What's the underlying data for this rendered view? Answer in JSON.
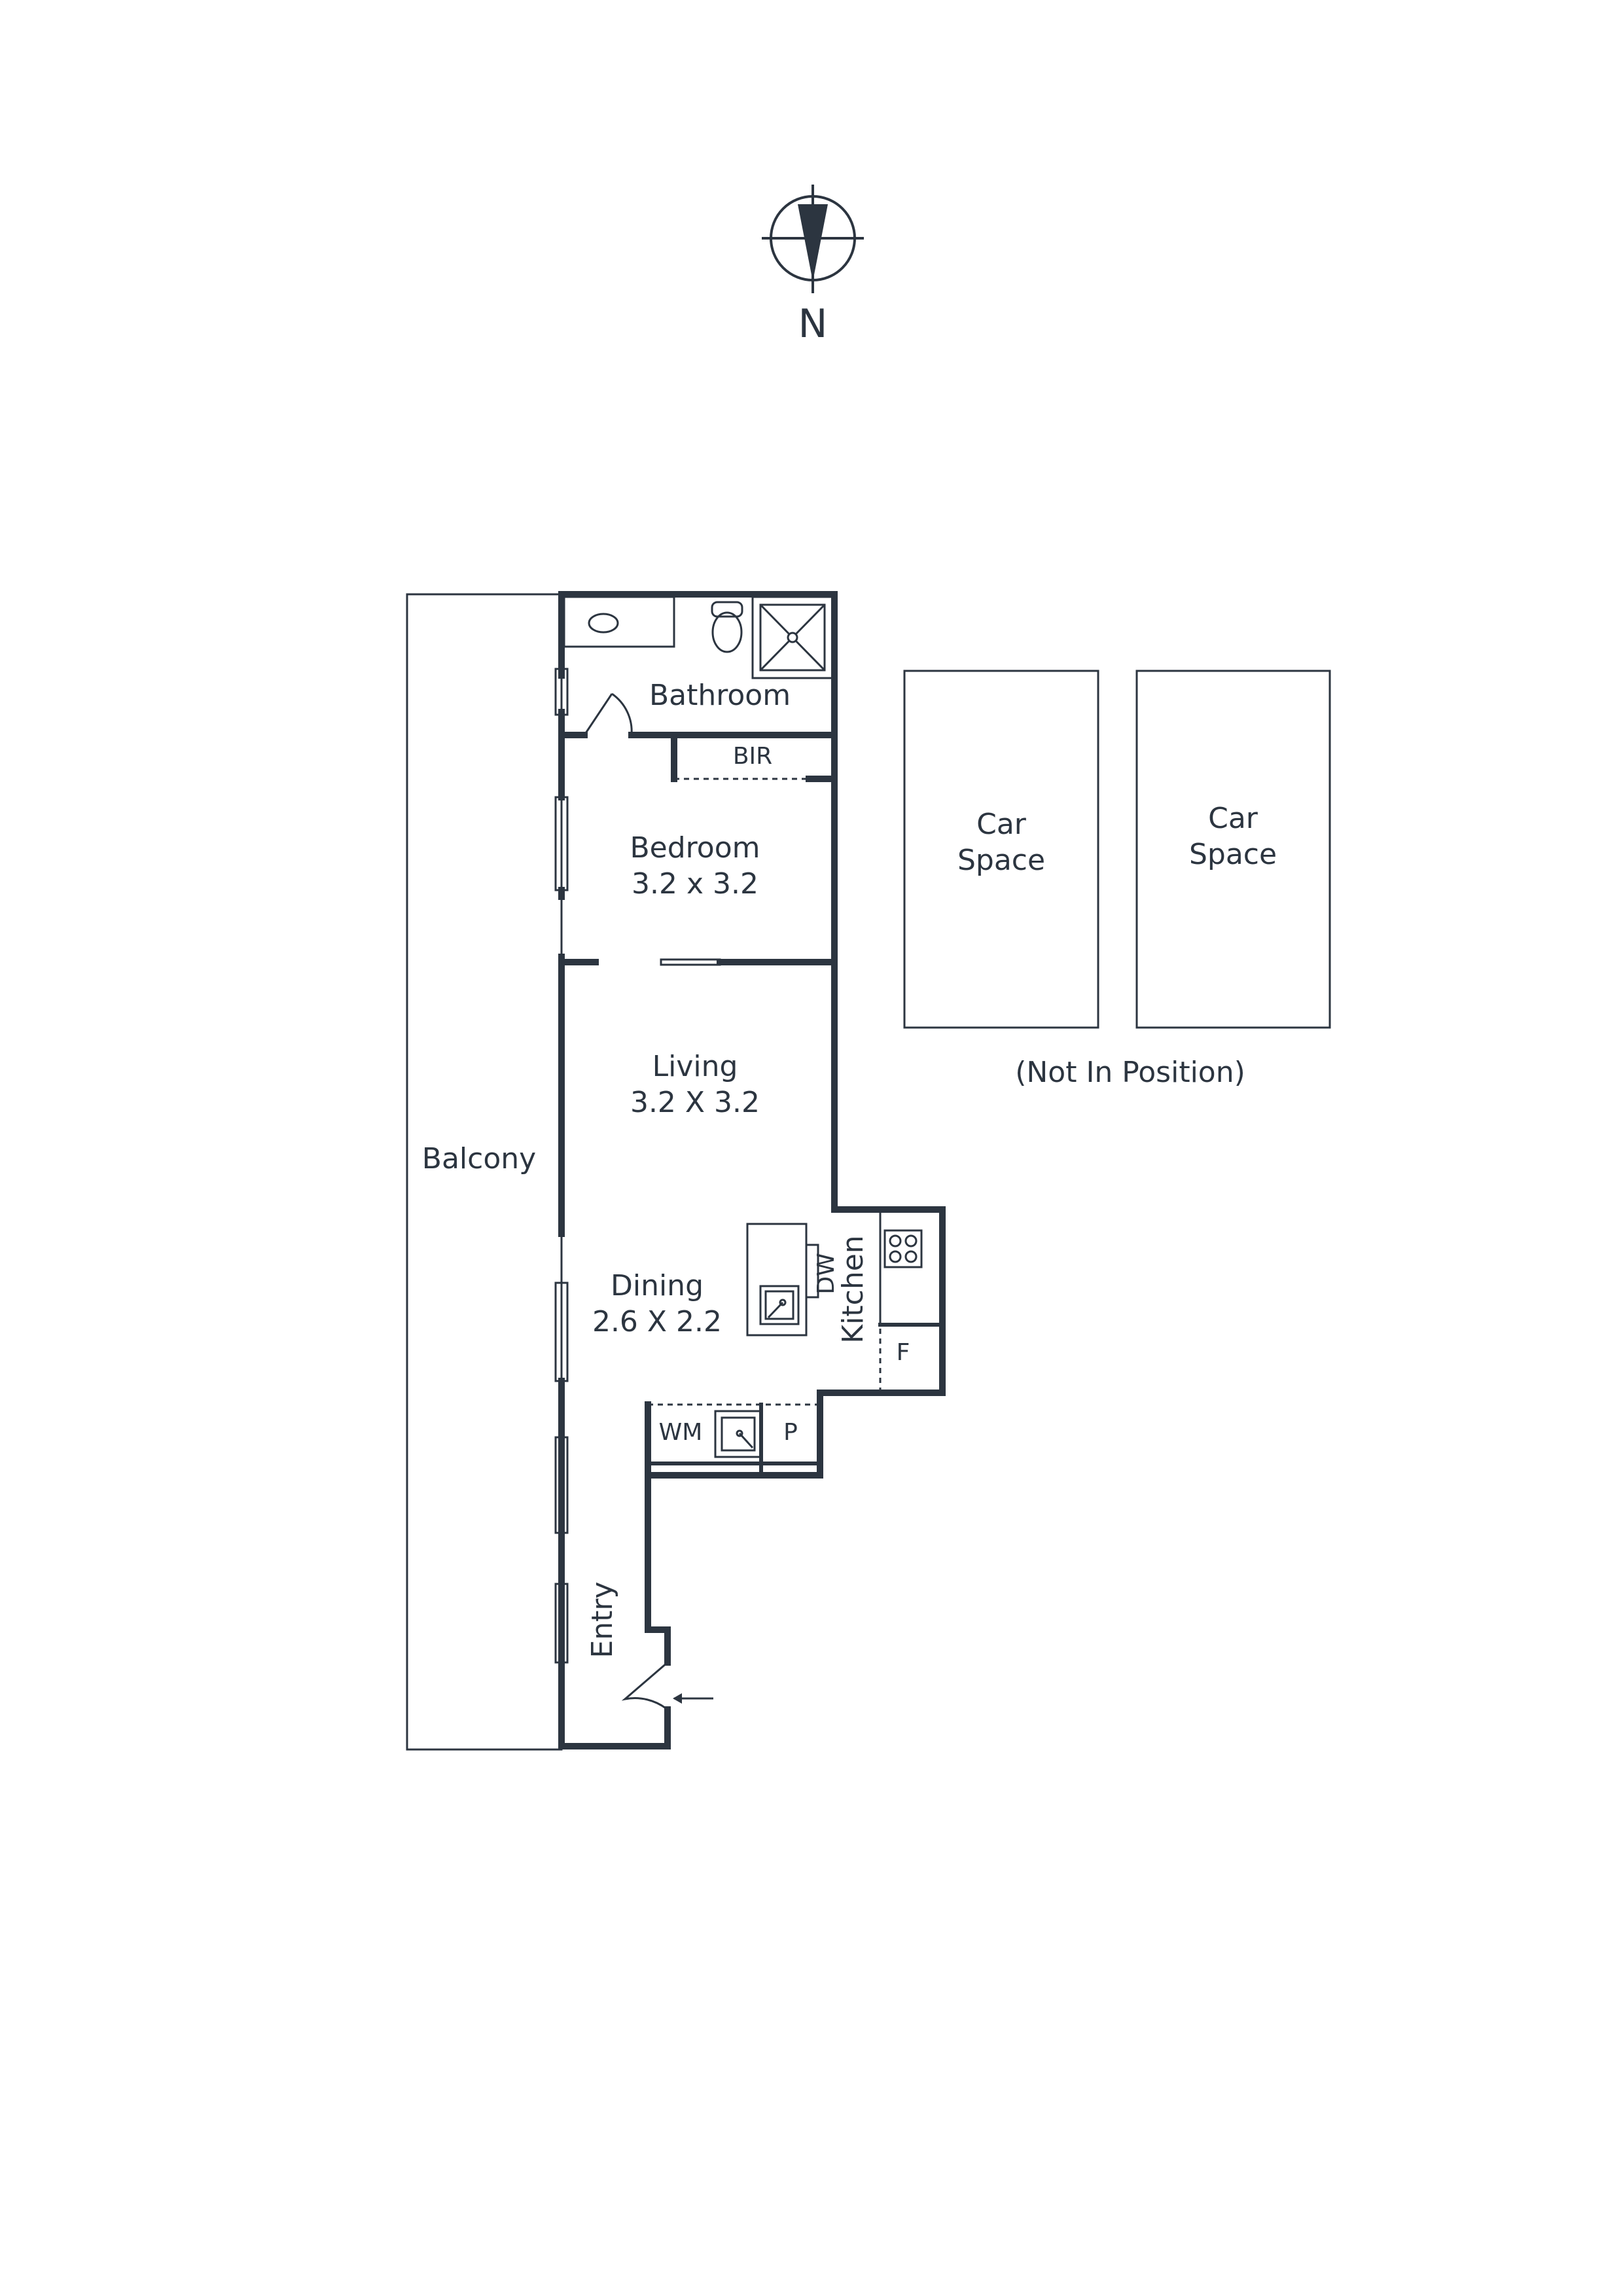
{
  "compass": {
    "label": "N"
  },
  "rooms": {
    "bathroom": {
      "name": "Bathroom"
    },
    "bir": {
      "name": "BIR"
    },
    "bedroom": {
      "name": "Bedroom",
      "size": "3.2 x 3.2"
    },
    "living": {
      "name": "Living",
      "size": "3.2 X 3.2"
    },
    "dining": {
      "name": "Dining",
      "size": "2.6 X 2.2"
    },
    "kitchen": {
      "name": "Kitchen"
    },
    "balcony": {
      "name": "Balcony"
    },
    "entry": {
      "name": "Entry"
    }
  },
  "fixtures": {
    "dishwasher": "DW",
    "fridge": "F",
    "washing_machine": "WM",
    "pantry": "P"
  },
  "car_spaces": {
    "space_1": {
      "line1": "Car",
      "line2": "Space"
    },
    "space_2": {
      "line1": "Car",
      "line2": "Space"
    },
    "note": "(Not In Position)"
  }
}
